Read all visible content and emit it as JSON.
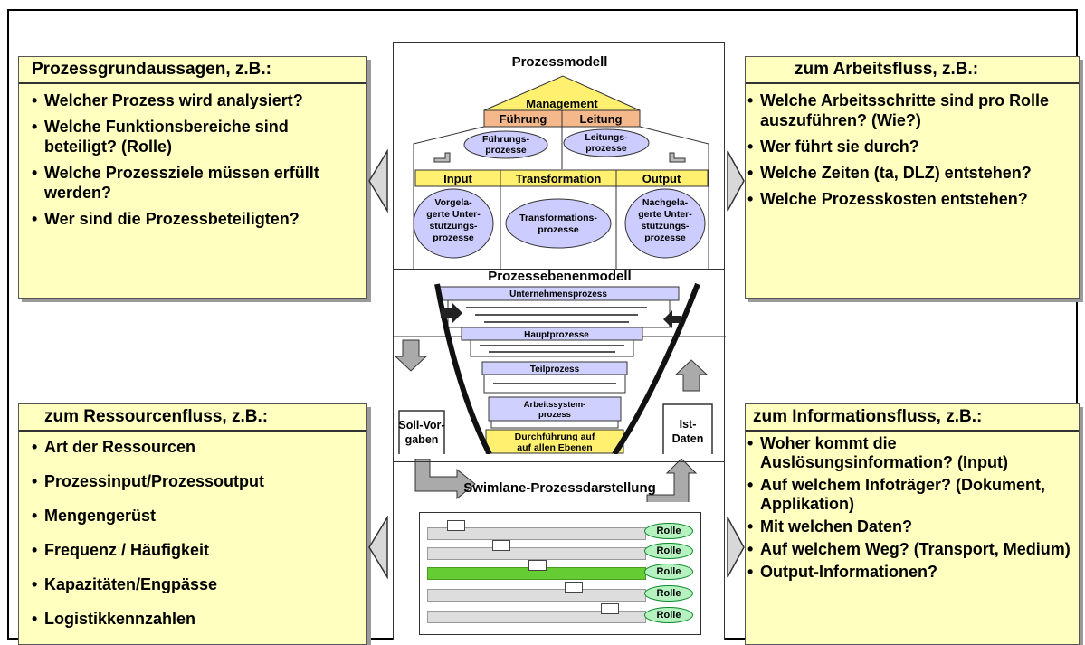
{
  "left_top": {
    "title": "Prozessgrundaussagen, z.B.:",
    "items": [
      "Welcher Prozess wird analysiert?",
      "Welche Funktionsbereiche sind beteiligt? (Rolle)",
      "Welche Prozessziele müssen erfüllt werden?",
      "Wer sind die Prozessbeteiligten?"
    ]
  },
  "right_top": {
    "title": "zum Arbeitsfluss, z.B.:",
    "items": [
      "Welche Arbeitsschritte sind pro Rolle auszuführen? (Wie?)",
      "Wer führt sie durch?",
      "Welche Zeiten (ta, DLZ) entstehen?",
      "Welche Prozesskosten entstehen?"
    ]
  },
  "left_bottom": {
    "title": "zum Ressourcenfluss, z.B.:",
    "items": [
      "Art der Ressourcen",
      "Prozessinput/Prozessoutput",
      "Mengengerüst",
      "Frequenz / Häufigkeit",
      "Kapazitäten/Engpässe",
      "Logistikkennzahlen"
    ]
  },
  "right_bottom": {
    "title": "zum Informationsfluss, z.B.:",
    "items": [
      "Woher kommt die Auslösungsinformation? (Input)",
      "Auf welchem Infoträger? (Dokument, Applikation)",
      "Mit welchen Daten?",
      "Auf welchem Weg? (Transport, Medium)",
      "Output-Informationen?"
    ]
  },
  "prozessmodell": {
    "title": "Prozessmodell",
    "management": "Management",
    "fuehrung": "Führung",
    "leitung": "Leitung",
    "fuehrungsprozesse": [
      "Führungs-",
      "prozesse"
    ],
    "leitungsprozesse": [
      "Leitungs-",
      "prozesse"
    ],
    "input": "Input",
    "transformation": "Transformation",
    "output": "Output",
    "vorgelagerte": [
      "Vorgela-",
      "gerte Unter-",
      "stützungs-",
      "prozesse"
    ],
    "transformationsprozesse": [
      "Transformations-",
      "prozesse"
    ],
    "nachgelagerte": [
      "Nachgela-",
      "gerte Unter-",
      "stützungs-",
      "prozesse"
    ]
  },
  "ebenenmodell": {
    "title": "Prozessebenenmodell",
    "levels": [
      "Unternehmensprozess",
      "Hauptprozesse",
      "Teilprozess",
      "Arbeitssystem-",
      "prozess"
    ],
    "durchfuehrung": [
      "Durchführung auf",
      "auf allen Ebenen"
    ],
    "soll": [
      "Soll-Vor-",
      "gaben"
    ],
    "ist": [
      "Ist-",
      "Daten"
    ]
  },
  "swimlane": {
    "title": "Swimlane-Prozessdarstellung",
    "roles": [
      "Rolle",
      "Rolle",
      "Rolle",
      "Rolle",
      "Rolle"
    ]
  },
  "colors": {
    "box": "#ffffc0",
    "roof": "#fff070",
    "salmon": "#f5b88a",
    "oval": "#ccccff",
    "level": "#d0d0ff",
    "green": "#66cc33"
  }
}
